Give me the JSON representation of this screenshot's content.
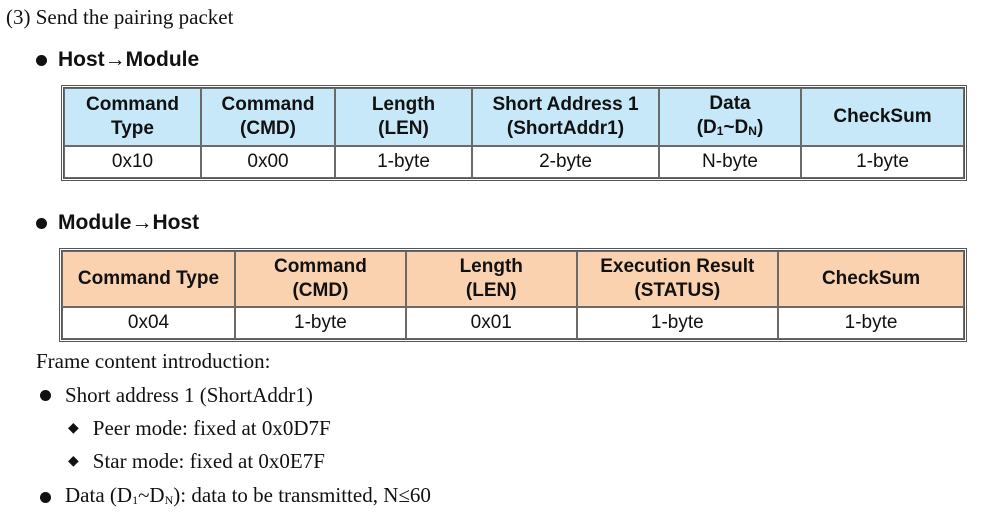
{
  "section_title": "(3) Send the pairing packet",
  "host_to_module": {
    "heading": "Host→Module",
    "headers": [
      {
        "l1": "Command",
        "l2": "Type"
      },
      {
        "l1": "Command",
        "l2": "(CMD)"
      },
      {
        "l1": "Length",
        "l2": "(LEN)"
      },
      {
        "l1": "Short Address 1",
        "l2": "(ShortAddr1)"
      },
      {
        "l1": "Data",
        "l2_a": "(D",
        "l2_sub1": "1",
        "l2_b": "~D",
        "l2_sub2": "N",
        "l2_c": ")"
      },
      {
        "l1": "CheckSum"
      }
    ],
    "row": [
      "0x10",
      "0x00",
      "1-byte",
      "2-byte",
      "N-byte",
      "1-byte"
    ]
  },
  "module_to_host": {
    "heading": "Module→Host",
    "headers": [
      {
        "l1": "Command Type"
      },
      {
        "l1": "Command",
        "l2": "(CMD)"
      },
      {
        "l1": "Length",
        "l2": "(LEN)"
      },
      {
        "l1": "Execution Result",
        "l2": "(STATUS)"
      },
      {
        "l1": "CheckSum"
      }
    ],
    "row": [
      "0x04",
      "1-byte",
      "0x01",
      "1-byte",
      "1-byte"
    ]
  },
  "intro": {
    "title": "Frame content introduction:",
    "bullet1": "Short address 1 (ShortAddr1)",
    "sub1": "Peer mode: fixed at 0x0D7F",
    "sub2": "Star mode: fixed at 0x0E7F",
    "bullet2_a": "Data (D",
    "bullet2_sub1": "1",
    "bullet2_b": "~D",
    "bullet2_sub2": "N",
    "bullet2_c": "): data to be transmitted, N≤60"
  }
}
